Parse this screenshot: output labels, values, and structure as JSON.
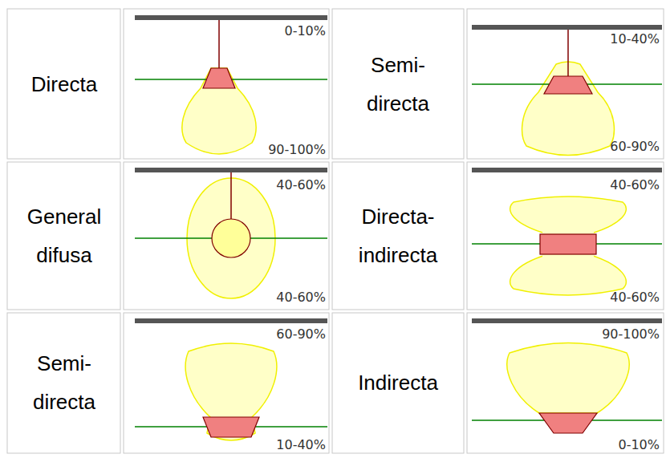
{
  "diagram": {
    "labels": [
      "Directa",
      "0-10%",
      "90-100%",
      "Semi- directa",
      "10-40%",
      "60-90%",
      "General difusa",
      "40-60%",
      "40-60%",
      "Directa- indirecta",
      "40-60%",
      "40-60%",
      "Semi- directa",
      "60-90%",
      "10-40%",
      "Indirecta",
      "90-100%",
      "0-10%"
    ]
  }
}
